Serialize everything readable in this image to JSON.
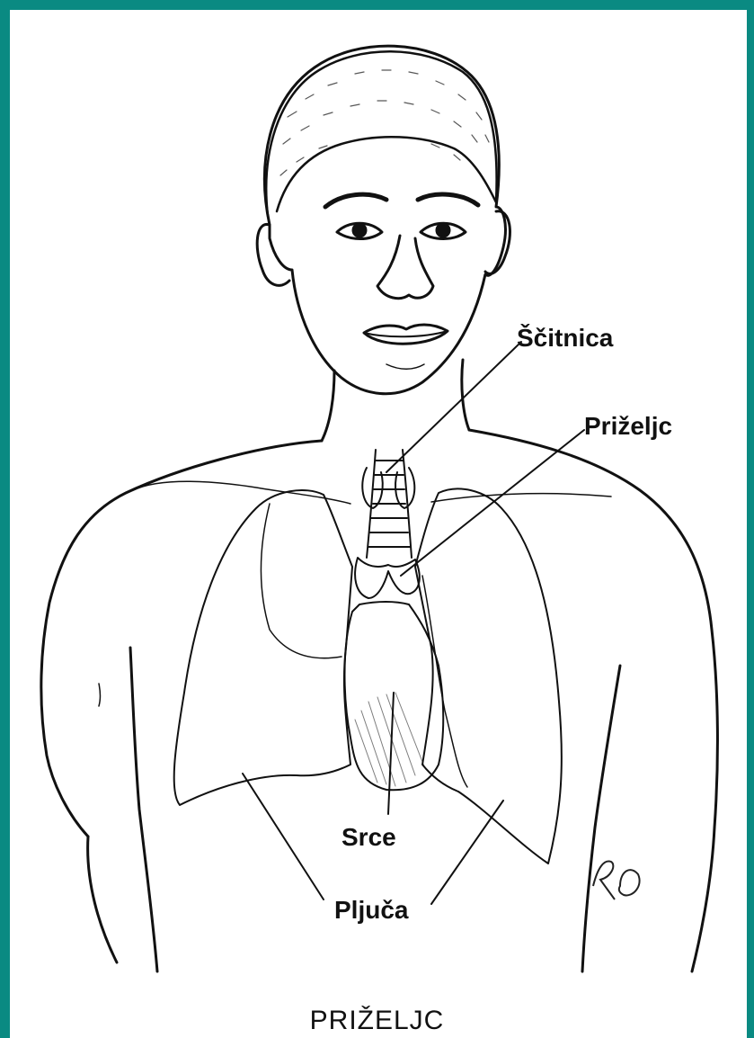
{
  "colors": {
    "border": "#0a8a82",
    "background": "#ffffff",
    "ink": "#111111"
  },
  "labels": {
    "thyroid": "Ščitnica",
    "thymus": "Priželjc",
    "heart": "Srce",
    "lungs": "Pljuča"
  },
  "caption": "PRIŽELJC",
  "signature": "RO"
}
